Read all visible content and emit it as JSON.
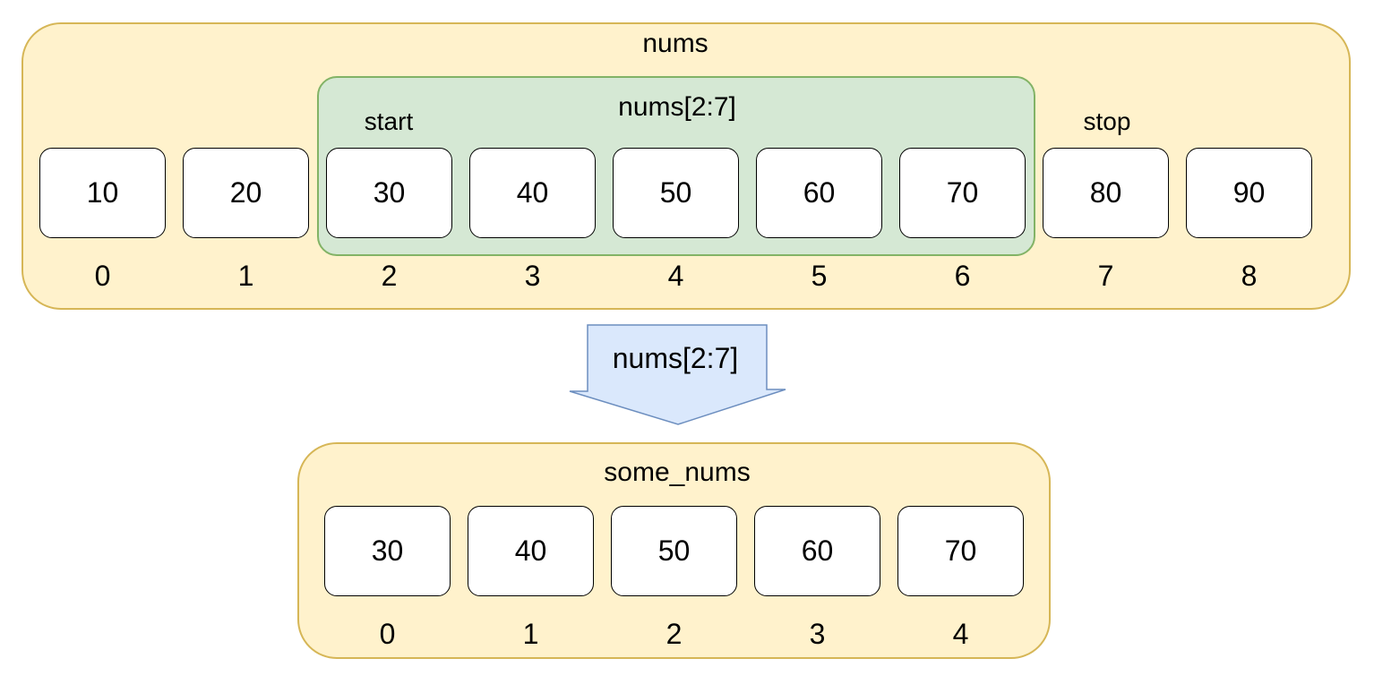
{
  "source": {
    "title": "nums",
    "values": [
      "10",
      "20",
      "30",
      "40",
      "50",
      "60",
      "70",
      "80",
      "90"
    ],
    "indices": [
      "0",
      "1",
      "2",
      "3",
      "4",
      "5",
      "6",
      "7",
      "8"
    ],
    "slice_label": "nums[2:7]",
    "start_label": "start",
    "stop_label": "stop"
  },
  "arrow": {
    "label": "nums[2:7]"
  },
  "result": {
    "title": "some_nums",
    "values": [
      "30",
      "40",
      "50",
      "60",
      "70"
    ],
    "indices": [
      "0",
      "1",
      "2",
      "3",
      "4"
    ]
  },
  "colors": {
    "panel_fill": "#fff2cc",
    "panel_border": "#d6b656",
    "slice_fill": "#d5e8d4",
    "slice_border": "#82b366",
    "arrow_fill": "#dae8fc",
    "arrow_border": "#6c8ebf"
  }
}
